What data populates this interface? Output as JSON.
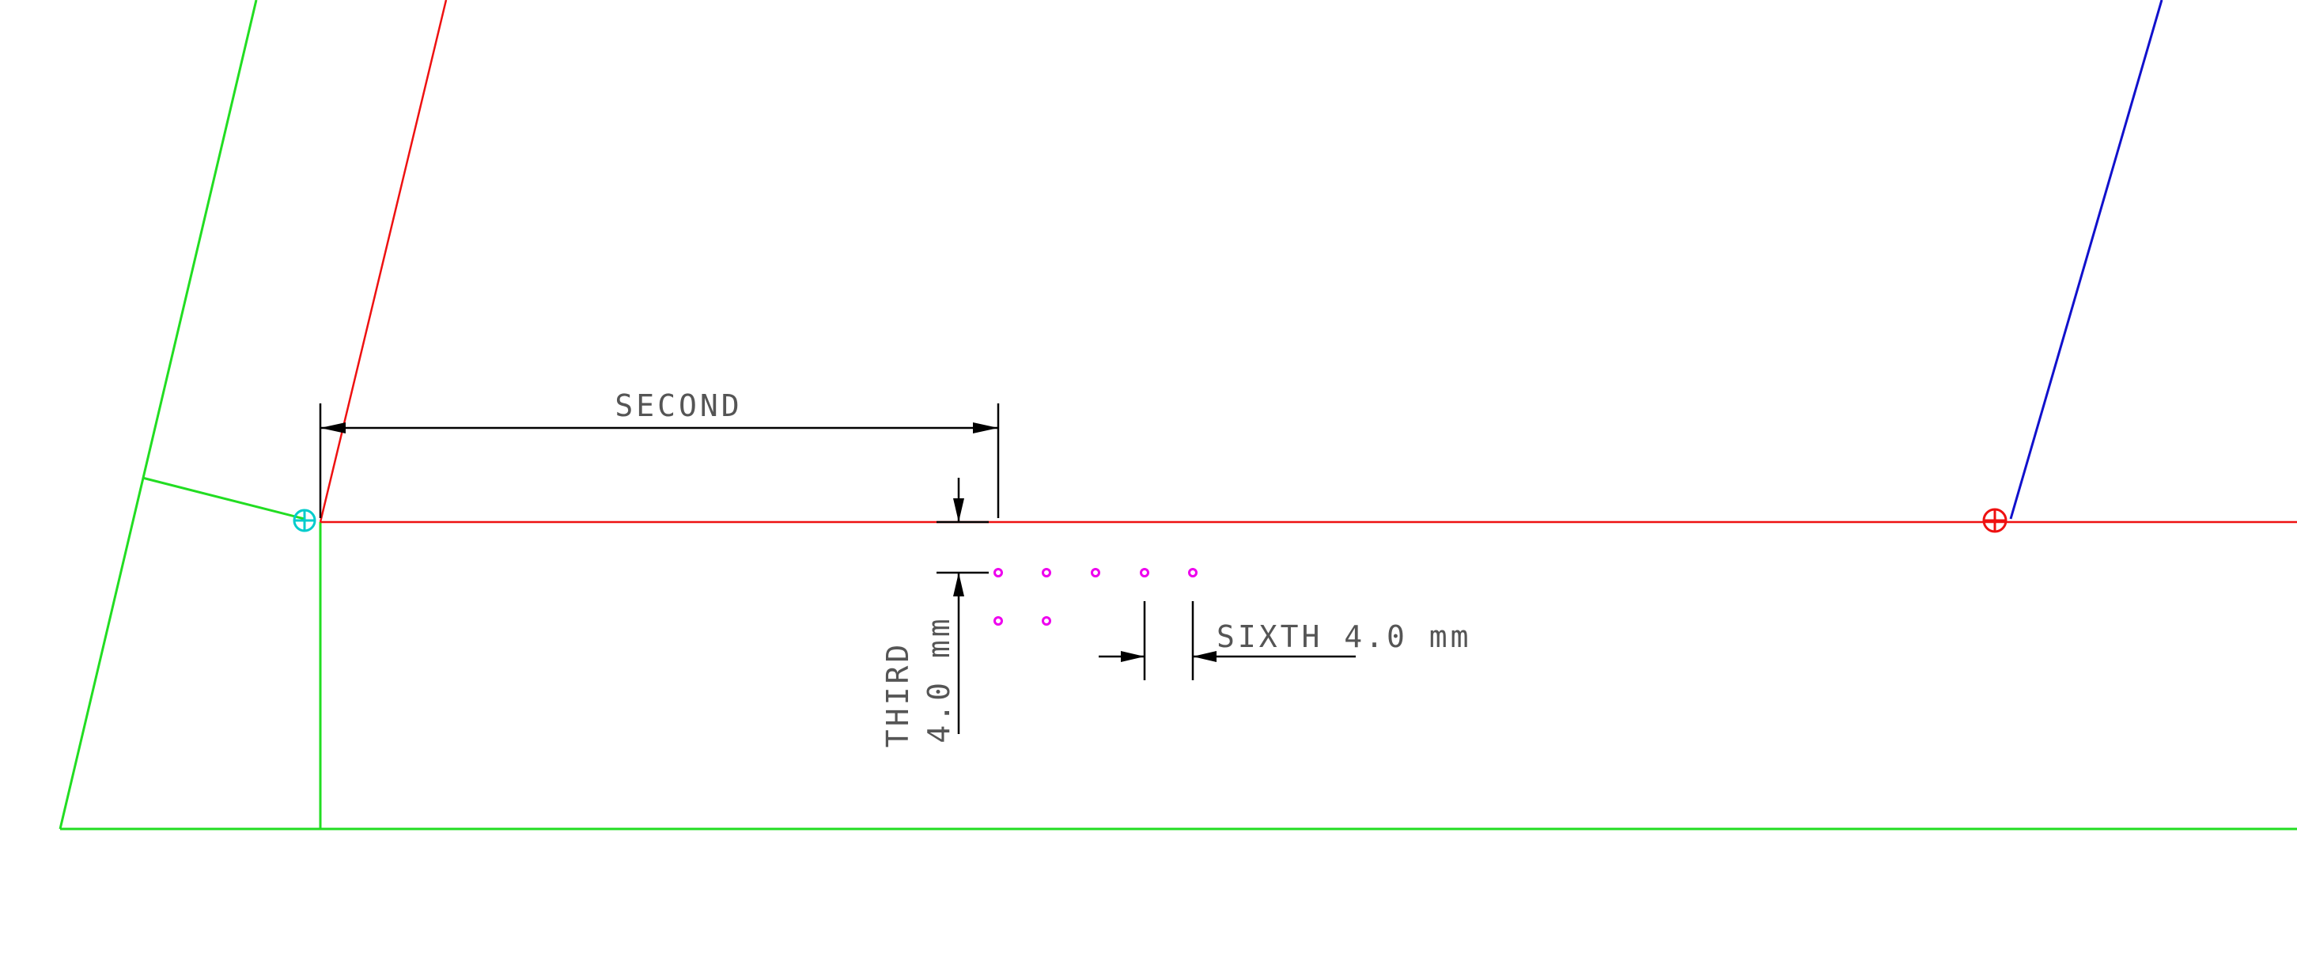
{
  "colors": {
    "background": "#ffffff",
    "green": "#22dd22",
    "red": "#ee1111",
    "blue": "#1111cc",
    "black": "#000000",
    "magenta": "#ee00ee",
    "cyan": "#00cccc",
    "dim_text": "#555555"
  },
  "dimensions": {
    "second": {
      "label": "SECOND"
    },
    "third": {
      "label": "THIRD",
      "value": "4.0 mm"
    },
    "sixth": {
      "label": "SIXTH 4.0 mm"
    }
  },
  "points": {
    "markers": [
      "cyan-crosshair-icon",
      "red-crosshair-icon"
    ],
    "dot_grid": {
      "rows": 2,
      "columns": [
        5,
        2
      ]
    }
  }
}
